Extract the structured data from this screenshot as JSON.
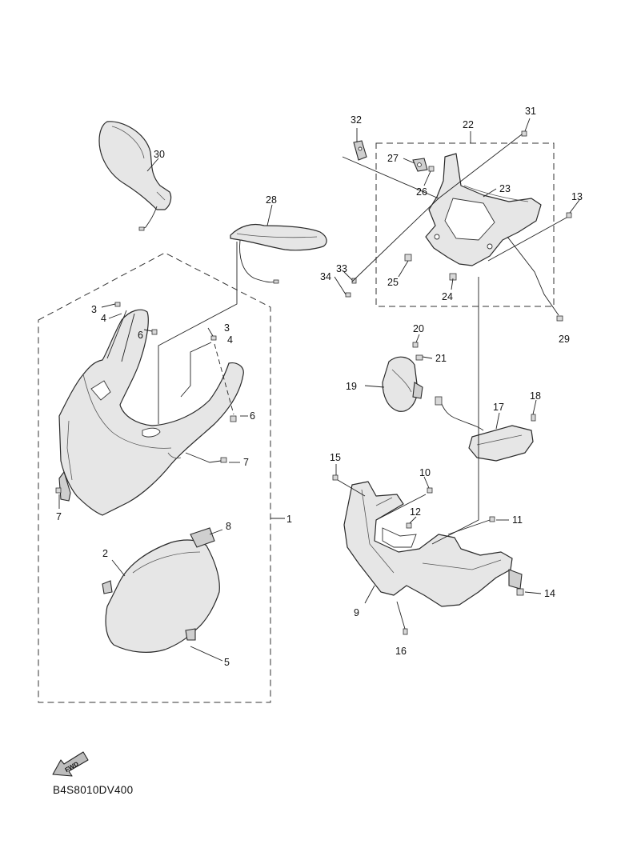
{
  "diagram_code": "B4S8010DV400",
  "fwd_label": "FWD",
  "callouts": [
    "1",
    "2",
    "3",
    "3",
    "4",
    "4",
    "5",
    "6",
    "6",
    "7",
    "7",
    "8",
    "9",
    "10",
    "11",
    "12",
    "13",
    "14",
    "15",
    "16",
    "17",
    "18",
    "19",
    "20",
    "21",
    "22",
    "23",
    "24",
    "25",
    "26",
    "27",
    "28",
    "29",
    "30",
    "31",
    "32",
    "33",
    "34"
  ]
}
